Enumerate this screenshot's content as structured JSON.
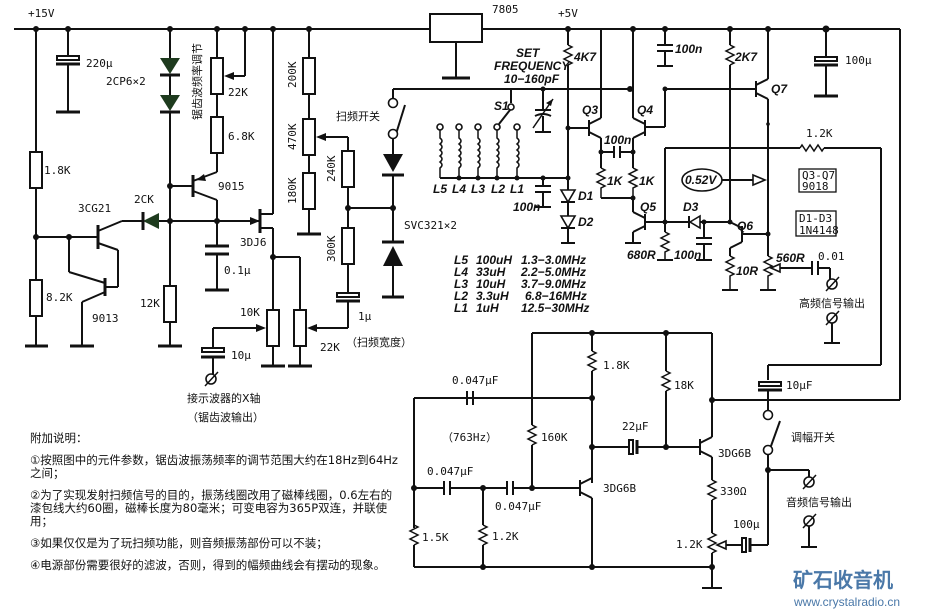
{
  "diagram": {
    "title": "Sweep frequency signal generator schematic",
    "rails": {
      "v15": "+15V",
      "v5": "+5V",
      "regulator": "7805"
    },
    "sawtooth_section": {
      "c_220": "220μ",
      "diodes": "2CP6×2",
      "freq_adj_label": "锯齿波频率调节",
      "pot_22k": "22K",
      "r_6k8": "6.8K",
      "q_9015": "9015",
      "r_1k8": "1.8K",
      "q_3cg21": "3CG21",
      "d_2ck": "2CK",
      "r_8k2": "8.2K",
      "q_9013": "9013",
      "r_12k": "12K",
      "c_0_1": "0.1μ",
      "q_3dj6": "3DJ6",
      "pot_10k": "10K",
      "c_10u": "10μ",
      "xaxis_label": "接示波器的X轴",
      "xaxis_sub": "（锯齿波输出）"
    },
    "sweep_section": {
      "r_200k": "200K",
      "pot_470k": "470K",
      "r_180k": "180K",
      "r_240k": "240K",
      "r_300k": "300K",
      "c_1u": "1μ",
      "pot_22k": "22K",
      "width_label": "（扫频宽度）",
      "switch_label": "扫频开关",
      "varicap": "SVC321×2"
    },
    "rf_section": {
      "set_freq_1": "SET",
      "set_freq_2": "FREQUENCY",
      "set_freq_3": "10−160pF",
      "s1": "S1",
      "r_4k7": "4K7",
      "coils": [
        "L5",
        "L4",
        "L3",
        "L2",
        "L1"
      ],
      "c_100n_a": "100n",
      "d1": "D1",
      "d2": "D2",
      "q3": "Q3",
      "q4": "Q4",
      "c_100n_b": "100n",
      "c_100n_top": "100n",
      "r_1k_a": "1K",
      "r_1k_b": "1K",
      "q5": "Q5",
      "r_680": "680R",
      "d3": "D3",
      "c_100n_c": "100n",
      "q6": "Q6",
      "r_10": "10R",
      "pot_560": "560R",
      "r_2k7": "2K7",
      "q7": "Q7",
      "volt_probe": "0.52V",
      "c_100u": "100μ",
      "r_1k2": "1.2K",
      "c_001": "0.01",
      "rf_out": "高频信号输出",
      "legend_q": [
        "Q3-Q7",
        "9018"
      ],
      "legend_d": [
        "D1-D3",
        "1N4148"
      ]
    },
    "coil_table": [
      {
        "coil": "L5",
        "inductance": "100uH",
        "range": "1.3−3.0MHz"
      },
      {
        "coil": "L4",
        "inductance": "33uH",
        "range": "2.2−5.0MHz"
      },
      {
        "coil": "L3",
        "inductance": "10uH",
        "range": "3.7−9.0MHz"
      },
      {
        "coil": "L2",
        "inductance": "3.3uH",
        "range": "6.8−16MHz"
      },
      {
        "coil": "L1",
        "inductance": "1uH",
        "range": "12.5−30MHz"
      }
    ],
    "audio_section": {
      "c_047_top": "0.047μF",
      "freq": "（763Hz）",
      "c_047_left": "0.047μF",
      "c_047_mid": "0.047μF",
      "r_1k5": "1.5K",
      "r_1k2": "1.2K",
      "r_160k": "160K",
      "r_1k8": "1.8K",
      "q1": "3DG6B",
      "c_22u": "22μF",
      "r_18k": "18K",
      "q2": "3DG6B",
      "r_330": "330Ω",
      "pot_1k2": "1.2K",
      "c_100u": "100μ",
      "c_10u": "10μF",
      "am_switch": "调幅开关",
      "af_out": "音频信号输出"
    },
    "notes": {
      "title": "附加说明：",
      "items": [
        "①按照图中的元件参数，锯齿波振荡频率的调节范围大约在18Hz到64Hz之间；",
        "②为了实现发射扫频信号的目的，振荡线圈改用了磁棒线圈，0.6左右的漆包线大约60圈，磁棒长度为80毫米；可变电容为365P双连，并联使用；",
        "③如果仅仅是为了玩扫频功能，则音频振荡部份可以不装；",
        "④电源部份需要很好的滤波，否则，得到的幅频曲线会有摆动的现象。"
      ]
    },
    "watermark": {
      "name": "矿石收音机",
      "url": "www.crystalradio.cn"
    }
  }
}
